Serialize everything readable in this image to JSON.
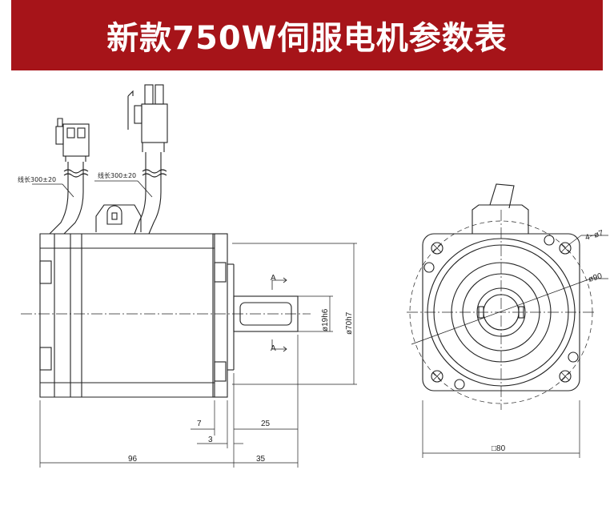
{
  "banner": {
    "title": "新款750W伺服电机参数表",
    "background": "#a61419",
    "text_color": "#ffffff"
  },
  "side_view": {
    "cable_label_1": "线长300±20",
    "cable_label_2": "线长300±20",
    "section_label_top": "A",
    "section_label_bottom": "A",
    "shaft_diameter": "ø19h6",
    "flange_diameter": "ø70h7",
    "dim_7": "7",
    "dim_25": "25",
    "dim_3": "3",
    "dim_96": "96",
    "dim_35": "35"
  },
  "front_view": {
    "holes_label": "4−ø7",
    "pcd_label": "ø90",
    "square_label": "□80"
  },
  "line_color": "#222222"
}
